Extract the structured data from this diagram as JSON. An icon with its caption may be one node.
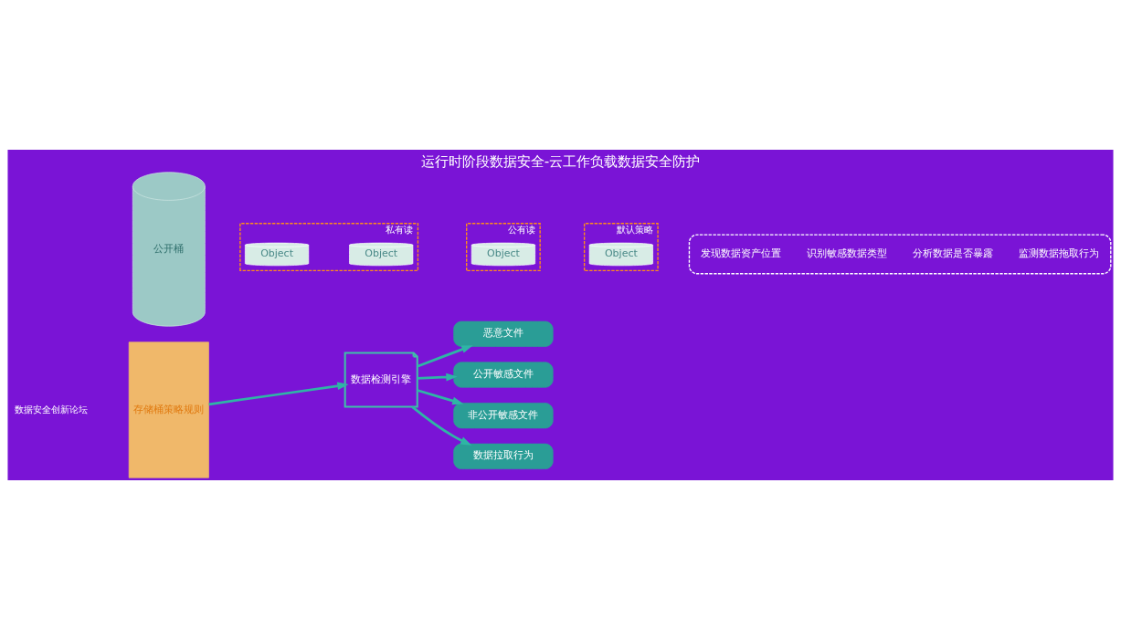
{
  "diagram": {
    "title": "运行时阶段数据安全-云工作负载数据安全防护",
    "nodes": [
      {
        "text": [
          "存储桶策略规则"
        ]
      },
      {
        "text": [
          "公开桶"
        ]
      },
      {
        "text": [
          "私有读"
        ]
      },
      {
        "text": [
          "Object"
        ],
        "in": 2
      },
      {
        "text": [
          "Object"
        ],
        "in": 2
      },
      {
        "text": [
          "公有读"
        ]
      },
      {
        "text": [
          "Object"
        ],
        "in": 5
      },
      {
        "text": [
          "默认策略"
        ]
      },
      {
        "text": [
          "Object"
        ],
        "in": 7
      },
      {
        "text": [
          "数据检测引擎"
        ]
      },
      {
        "text": [
          "恶意文件"
        ]
      },
      {
        "text": [
          "公开敏感文件"
        ]
      },
      {
        "text": [
          "非公开敏感文件"
        ]
      },
      {
        "text": [
          "数据拉取行为"
        ]
      },
      {
        "text": [
          "发现数据资产位置",
          "识别敏感数据类型",
          "分析数据是否暴露",
          "监测数据拖取行为"
        ]
      }
    ],
    "edges": [
      {
        "from": 0,
        "to": 9,
        "arrow": "to"
      },
      {
        "from": 9,
        "to": 10,
        "arrow": "to"
      },
      {
        "from": 9,
        "to": 11,
        "arrow": "to"
      },
      {
        "from": 9,
        "to": 12,
        "arrow": "to"
      },
      {
        "from": 9,
        "to": 13,
        "arrow": "to"
      }
    ],
    "labels": [
      "数据安全创新论坛"
    ]
  }
}
